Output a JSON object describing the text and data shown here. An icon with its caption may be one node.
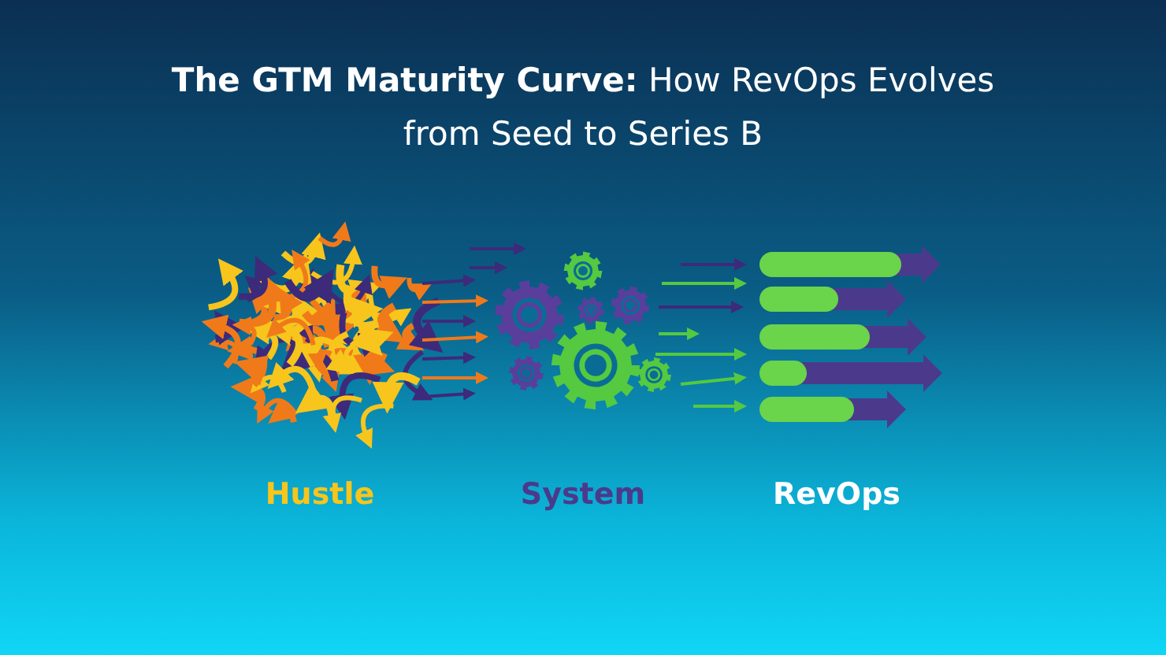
{
  "diagram": {
    "title": "**The GTM Maturity Curve:** How RevOps Evolves from Seed to Series B",
    "labels": [
      "Hustle",
      "System",
      "RevOps"
    ]
  }
}
